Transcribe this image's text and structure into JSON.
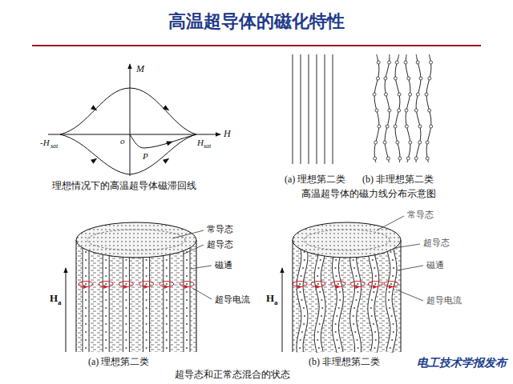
{
  "diagram": {
    "title": "高温超导体的磁化特性",
    "labels": [
      "M",
      "H",
      "-H",
      "sat",
      "o",
      "P",
      "H",
      "sat",
      "理想情况下的高温超导体磁滞回线",
      "(a) 理想第二类",
      "(b) 非理想第二类",
      "高温超导体的磁力线分布示意图",
      "常导态",
      "超导态",
      "磁通",
      "H",
      "a",
      "超导电流",
      "常导态",
      "超导态",
      "磁通",
      "H",
      "a",
      "超导电流",
      "(a) 理想第二类",
      "超导态和正常态混合的状态",
      "(b) 非理想第二类",
      "电工技术学报发布"
    ]
  }
}
